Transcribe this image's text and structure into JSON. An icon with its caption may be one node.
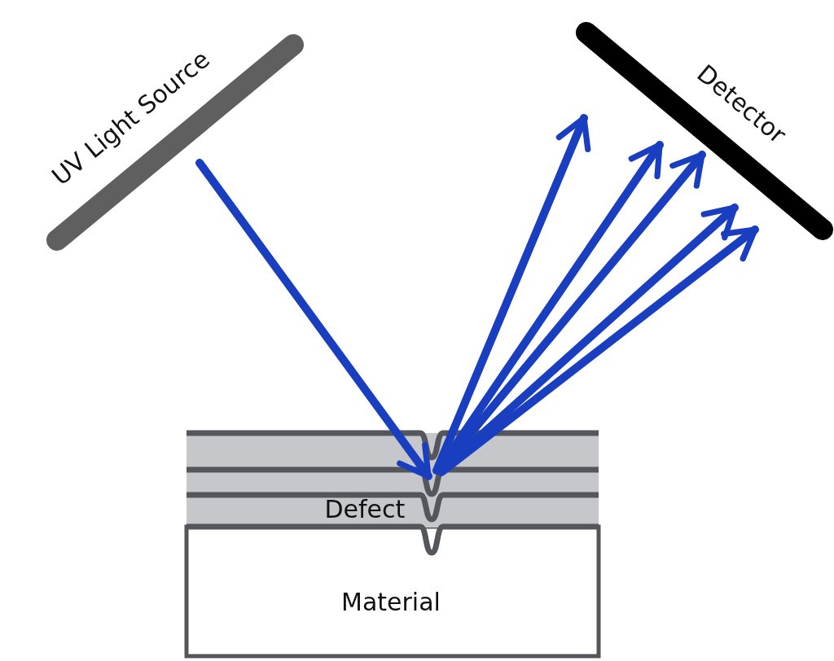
{
  "diagram": {
    "nodes": [
      {
        "text": [
          "UV Light Source"
        ]
      },
      {
        "text": [
          "Detector"
        ]
      },
      {
        "text": [
          "Defect"
        ]
      },
      {
        "text": [
          "Material"
        ]
      }
    ],
    "edges": [
      {
        "from": 0,
        "to": 2,
        "arrow": "to"
      },
      {
        "from": 2,
        "to": 1,
        "arrow": "to"
      },
      {
        "from": 2,
        "to": 1,
        "arrow": "to"
      },
      {
        "from": 2,
        "to": 1,
        "arrow": "to"
      },
      {
        "from": 2,
        "to": 1,
        "arrow": "to"
      },
      {
        "from": 2,
        "to": 1,
        "arrow": "to"
      }
    ]
  }
}
